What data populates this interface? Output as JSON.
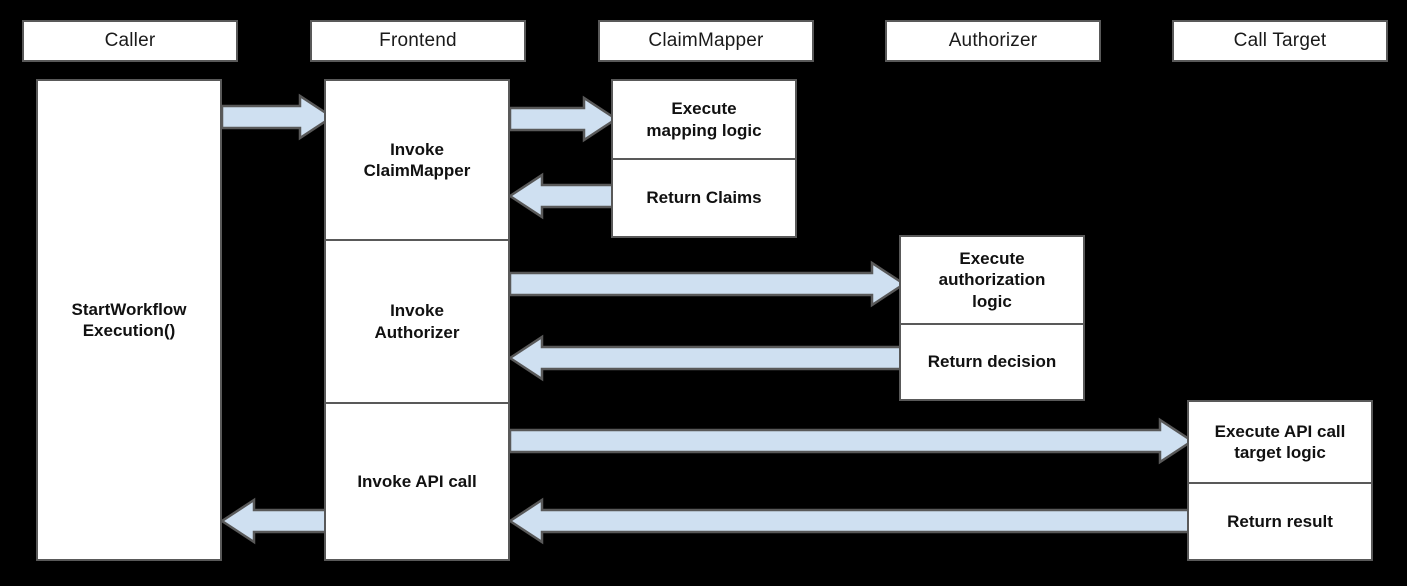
{
  "diagram": {
    "title": "Workflow authorization sequence diagram",
    "type": "sequence-diagram",
    "background_color": "#000000",
    "box_fill_color": "#ffffff",
    "box_border_color": "#595959",
    "arrow_fill_color": "#cfe0f1",
    "arrow_border_color": "#595959"
  },
  "participants": [
    {
      "label": "Caller"
    },
    {
      "label": "Frontend"
    },
    {
      "label": "ClaimMapper"
    },
    {
      "label": "Authorizer"
    },
    {
      "label": "Call Target"
    }
  ],
  "lifelines": {
    "caller": {
      "segments": [
        {
          "label": "StartWorkflow\nExecution()"
        }
      ]
    },
    "frontend": {
      "segments": [
        {
          "label": "Invoke\nClaimMapper"
        },
        {
          "label": "Invoke\nAuthorizer"
        },
        {
          "label": "Invoke API call"
        }
      ]
    },
    "claimmapper": {
      "segments": [
        {
          "label": "Execute\nmapping logic"
        },
        {
          "label": "Return Claims"
        }
      ]
    },
    "authorizer": {
      "segments": [
        {
          "label": "Execute\nauthorization\nlogic"
        },
        {
          "label": "Return decision"
        }
      ]
    },
    "calltarget": {
      "segments": [
        {
          "label": "Execute API call\ntarget logic"
        },
        {
          "label": "Return result"
        }
      ]
    }
  },
  "messages": [
    {
      "name": "caller-to-frontend",
      "from": "Caller",
      "to": "Frontend",
      "direction": "right"
    },
    {
      "name": "frontend-to-claimmapper",
      "from": "Frontend",
      "to": "ClaimMapper",
      "direction": "right"
    },
    {
      "name": "claimmapper-to-frontend",
      "from": "ClaimMapper",
      "to": "Frontend",
      "direction": "left"
    },
    {
      "name": "frontend-to-authorizer",
      "from": "Frontend",
      "to": "Authorizer",
      "direction": "right"
    },
    {
      "name": "authorizer-to-frontend",
      "from": "Authorizer",
      "to": "Frontend",
      "direction": "left"
    },
    {
      "name": "frontend-to-calltarget",
      "from": "Frontend",
      "to": "Call Target",
      "direction": "right"
    },
    {
      "name": "calltarget-to-frontend",
      "from": "Call Target",
      "to": "Frontend",
      "direction": "left"
    },
    {
      "name": "frontend-to-caller",
      "from": "Frontend",
      "to": "Caller",
      "direction": "left"
    }
  ]
}
